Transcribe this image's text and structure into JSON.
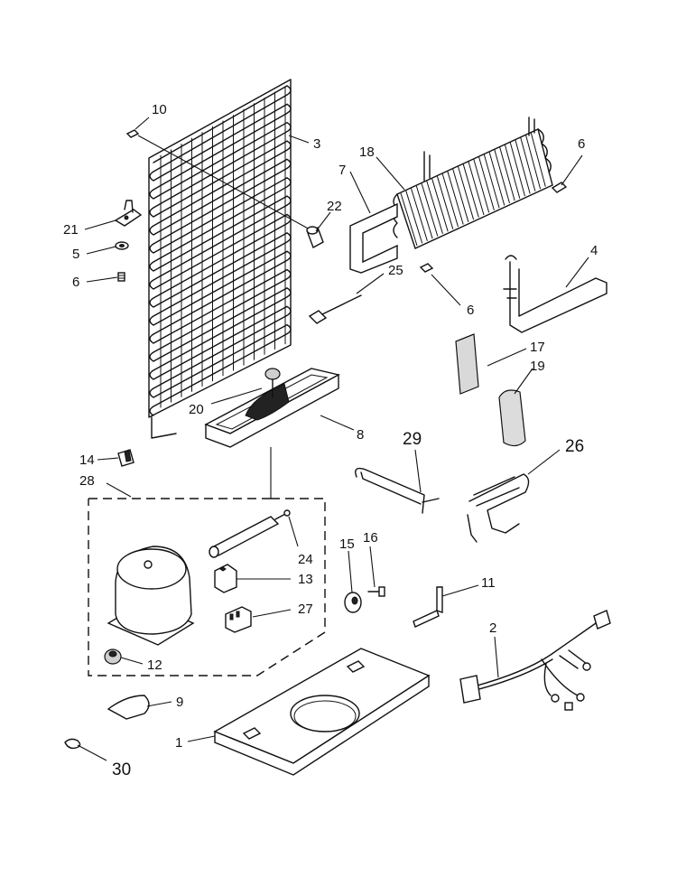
{
  "callouts": [
    {
      "id": "c10",
      "text": "10"
    },
    {
      "id": "c3",
      "text": "3"
    },
    {
      "id": "c18",
      "text": "18"
    },
    {
      "id": "c7",
      "text": "7"
    },
    {
      "id": "c6a",
      "text": "6"
    },
    {
      "id": "c22",
      "text": "22"
    },
    {
      "id": "c21",
      "text": "21"
    },
    {
      "id": "c5",
      "text": "5"
    },
    {
      "id": "c6b",
      "text": "6"
    },
    {
      "id": "c25",
      "text": "25"
    },
    {
      "id": "c6c",
      "text": "6"
    },
    {
      "id": "c4",
      "text": "4"
    },
    {
      "id": "c17",
      "text": "17"
    },
    {
      "id": "c19",
      "text": "19"
    },
    {
      "id": "c20",
      "text": "20"
    },
    {
      "id": "c8",
      "text": "8"
    },
    {
      "id": "c29",
      "text": "29"
    },
    {
      "id": "c26",
      "text": "26"
    },
    {
      "id": "c14",
      "text": "14"
    },
    {
      "id": "c28",
      "text": "28"
    },
    {
      "id": "c24",
      "text": "24"
    },
    {
      "id": "c13",
      "text": "13"
    },
    {
      "id": "c27",
      "text": "27"
    },
    {
      "id": "c15",
      "text": "15"
    },
    {
      "id": "c16",
      "text": "16"
    },
    {
      "id": "c11",
      "text": "11"
    },
    {
      "id": "c2",
      "text": "2"
    },
    {
      "id": "c12",
      "text": "12"
    },
    {
      "id": "c9",
      "text": "9"
    },
    {
      "id": "c1",
      "text": "1"
    },
    {
      "id": "c30",
      "text": "30"
    }
  ]
}
